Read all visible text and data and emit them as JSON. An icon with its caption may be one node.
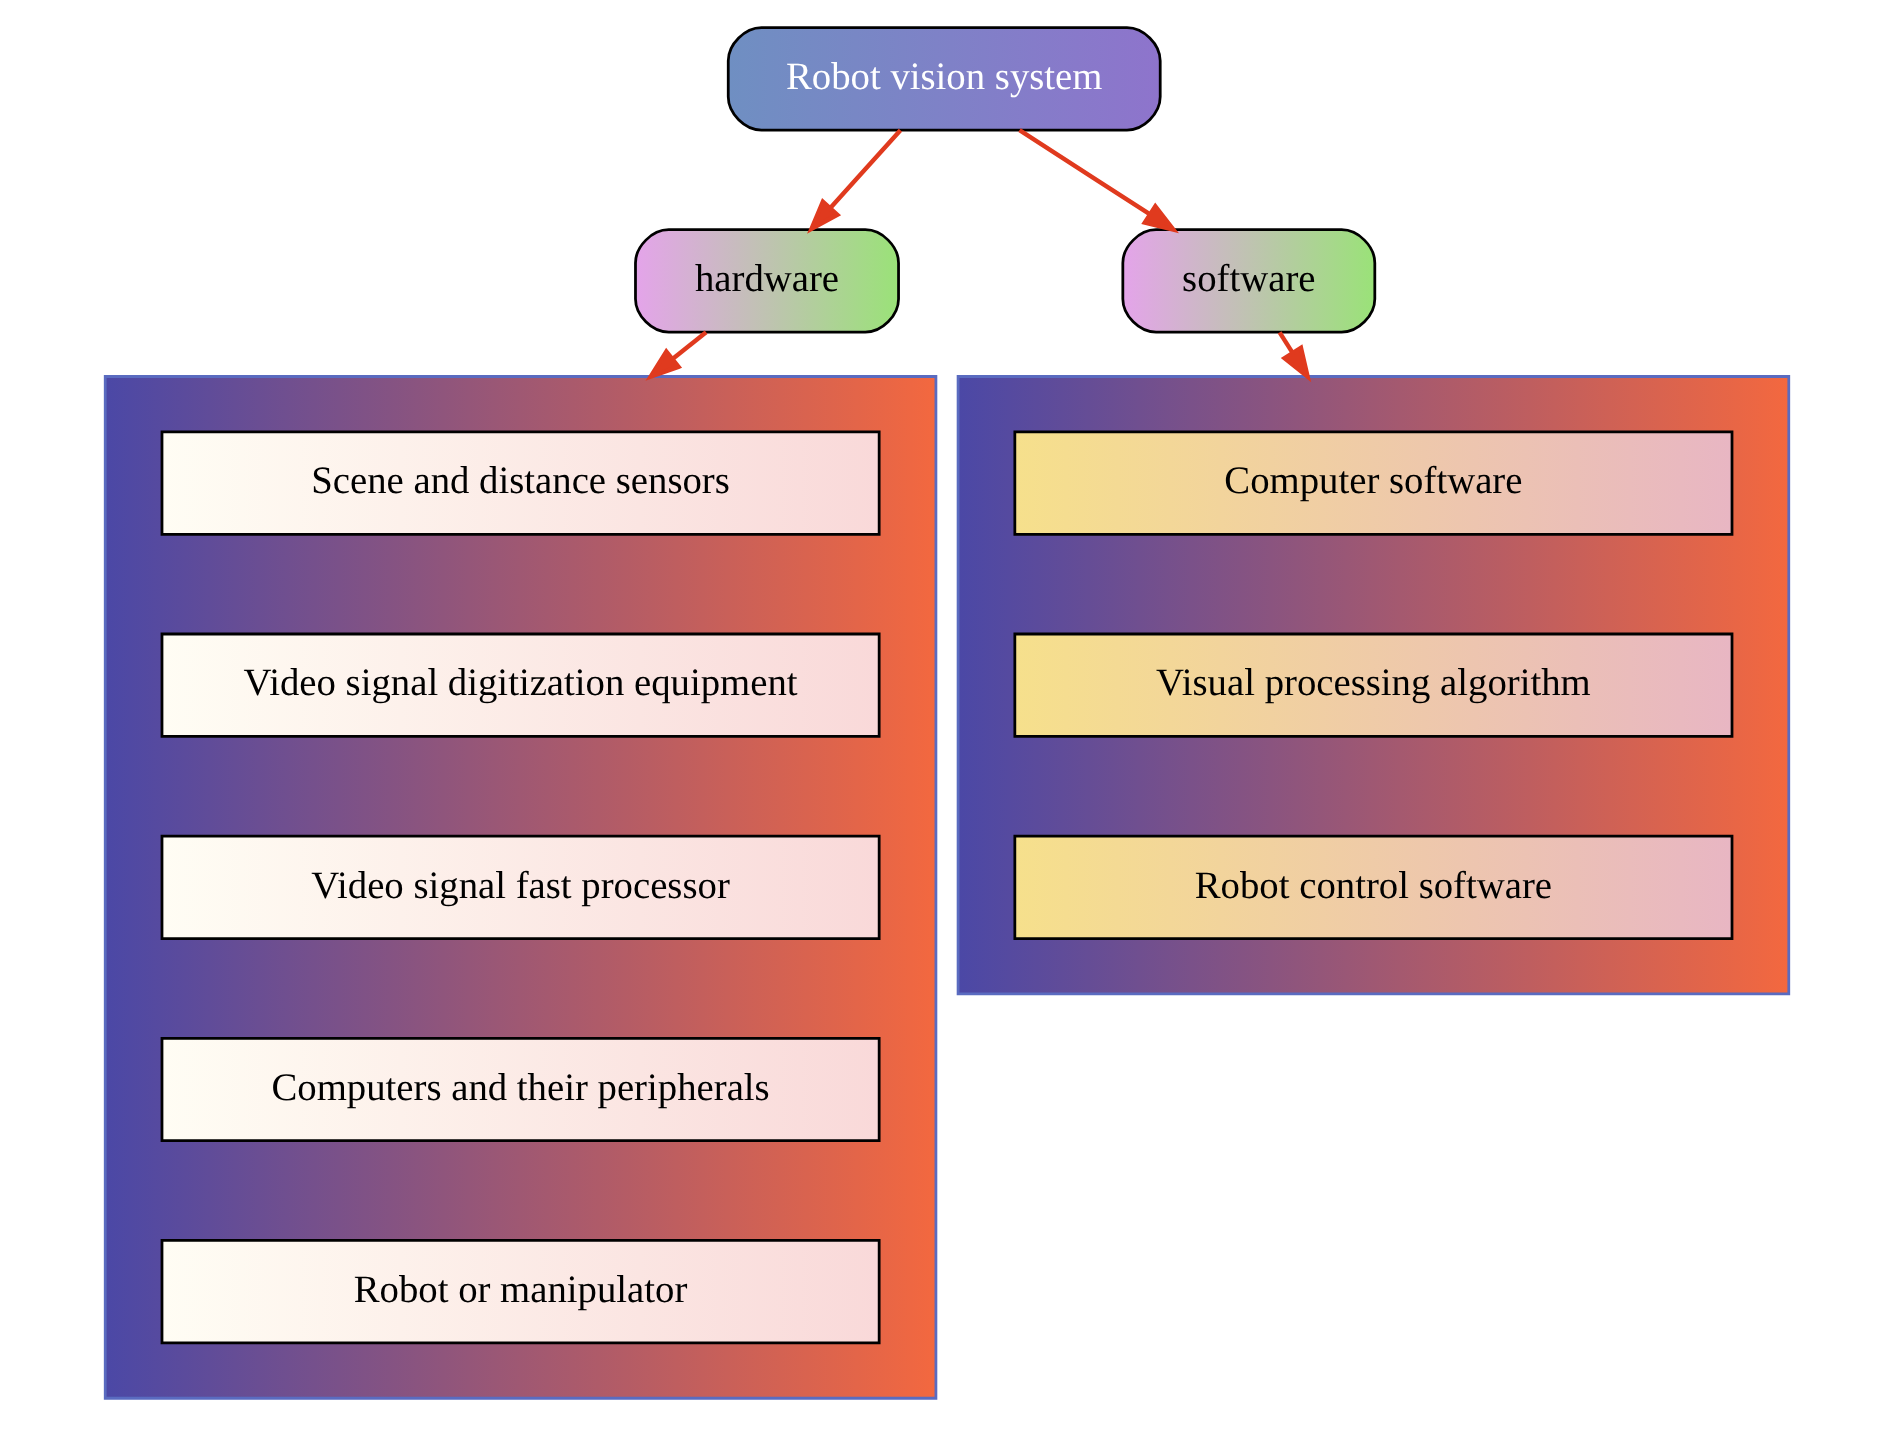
{
  "diagram": {
    "nodes": [
      {
        "text": [
          "Robot vision system"
        ]
      },
      {
        "text": [
          "hardware"
        ]
      },
      {
        "text": [
          "software"
        ]
      },
      {
        "text": [],
        "shape": "box"
      },
      {
        "text": [
          "Scene and distance sensors"
        ],
        "in": 3
      },
      {
        "text": [
          "Video signal digitization equipment"
        ],
        "in": 3
      },
      {
        "text": [
          "Video signal fast processor"
        ],
        "in": 3
      },
      {
        "text": [
          "Computers and their peripherals"
        ],
        "in": 3
      },
      {
        "text": [
          "Robot or manipulator"
        ],
        "in": 3
      },
      {
        "text": [],
        "shape": "box"
      },
      {
        "text": [
          "Computer software"
        ],
        "in": 9
      },
      {
        "text": [
          "Visual processing algorithm"
        ],
        "in": 9
      },
      {
        "text": [
          "Robot control software"
        ],
        "in": 9
      }
    ],
    "edges": [
      {
        "from": 0,
        "to": 1,
        "arrow": "to"
      },
      {
        "from": 0,
        "to": 2,
        "arrow": "to"
      },
      {
        "from": 1,
        "to": 3,
        "arrow": "to"
      },
      {
        "from": 2,
        "to": 9,
        "arrow": "to"
      }
    ]
  }
}
